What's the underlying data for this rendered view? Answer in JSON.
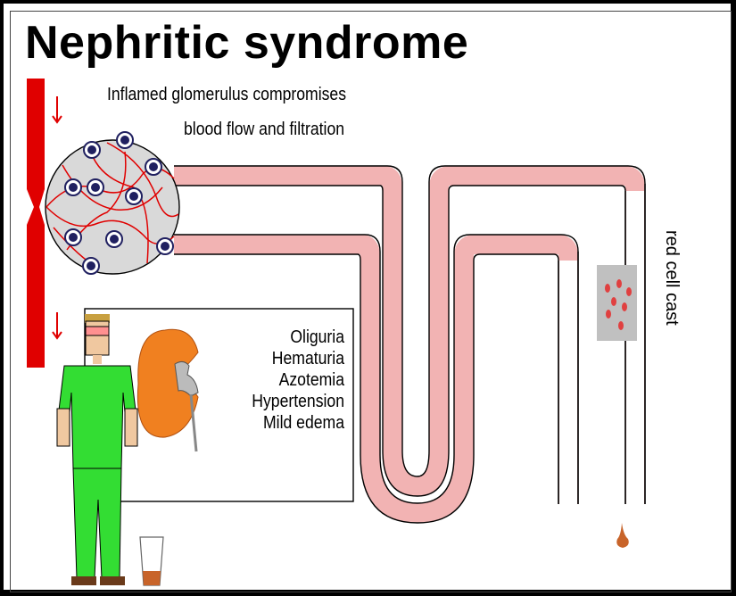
{
  "title": "Nephritic syndrome",
  "caption": {
    "line1": "Inflamed glomerulus compromises",
    "line2": "blood flow and filtration"
  },
  "symptoms": [
    "Oliguria",
    "Hematuria",
    "Azotemia",
    "Hypertension",
    "Mild edema"
  ],
  "cast_label": "red cell cast",
  "colors": {
    "vessel_red": "#e00000",
    "tubule_pink": "#f2b3b3",
    "glomerulus_grey": "#d9d9d9",
    "cell_blue": "#202060",
    "kidney_orange": "#f08020",
    "shirt_green": "#33dd33",
    "cast_grey": "#c0c0c0",
    "urine_brown": "#c8642a"
  }
}
